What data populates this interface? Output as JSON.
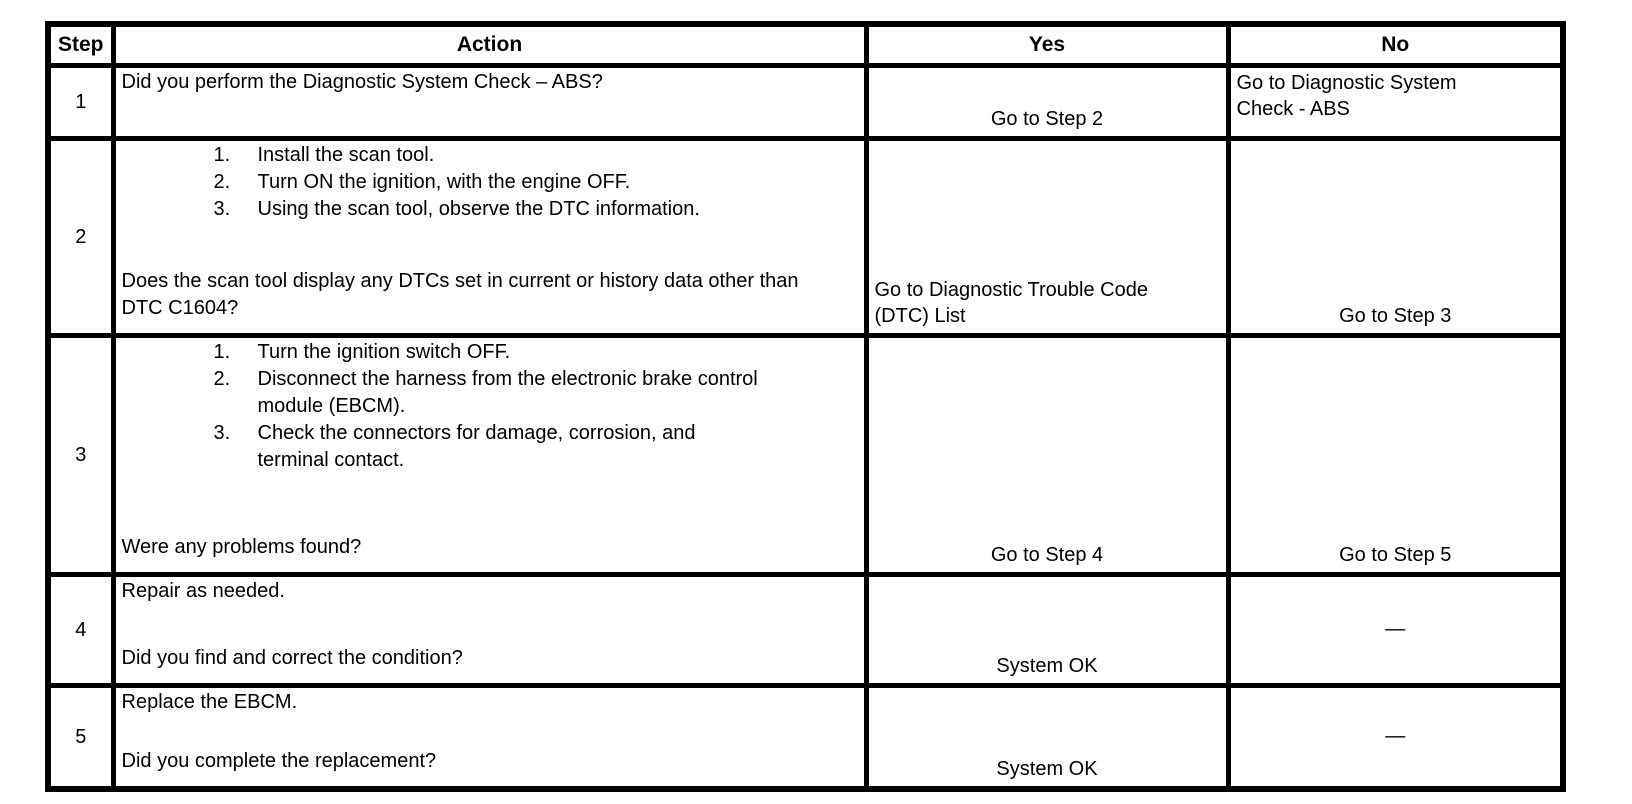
{
  "table": {
    "headers": {
      "step": "Step",
      "action": "Action",
      "yes": "Yes",
      "no": "No"
    },
    "list_markers": [
      "1.",
      "2.",
      "3."
    ],
    "rows": [
      {
        "step": "1",
        "action": "Did you perform the Diagnostic System Check – ABS?",
        "yes": "Go to Step 2",
        "no": "Go to Diagnostic System Check - ABS"
      },
      {
        "step": "2",
        "list": [
          "Install the scan tool.",
          "Turn ON the ignition, with the engine OFF.",
          "Using the scan tool, observe the DTC information."
        ],
        "question": "Does the scan tool display any DTCs set in current or history data other than DTC C1604?",
        "yes": "Go to Diagnostic Trouble Code (DTC) List",
        "no": "Go to Step 3"
      },
      {
        "step": "3",
        "list": [
          "Turn the ignition switch OFF.",
          "Disconnect the harness from the electronic brake control module (EBCM).",
          "Check the connectors for damage, corrosion, and terminal contact."
        ],
        "question": "Were any problems found?",
        "yes": "Go to Step 4",
        "no": "Go to Step 5"
      },
      {
        "step": "4",
        "statement": "Repair as needed.",
        "question": "Did you find and correct the condition?",
        "yes": "System OK",
        "no": "—"
      },
      {
        "step": "5",
        "statement": "Replace the EBCM.",
        "question": "Did you complete the replacement?",
        "yes": "System OK",
        "no": "—"
      }
    ]
  }
}
